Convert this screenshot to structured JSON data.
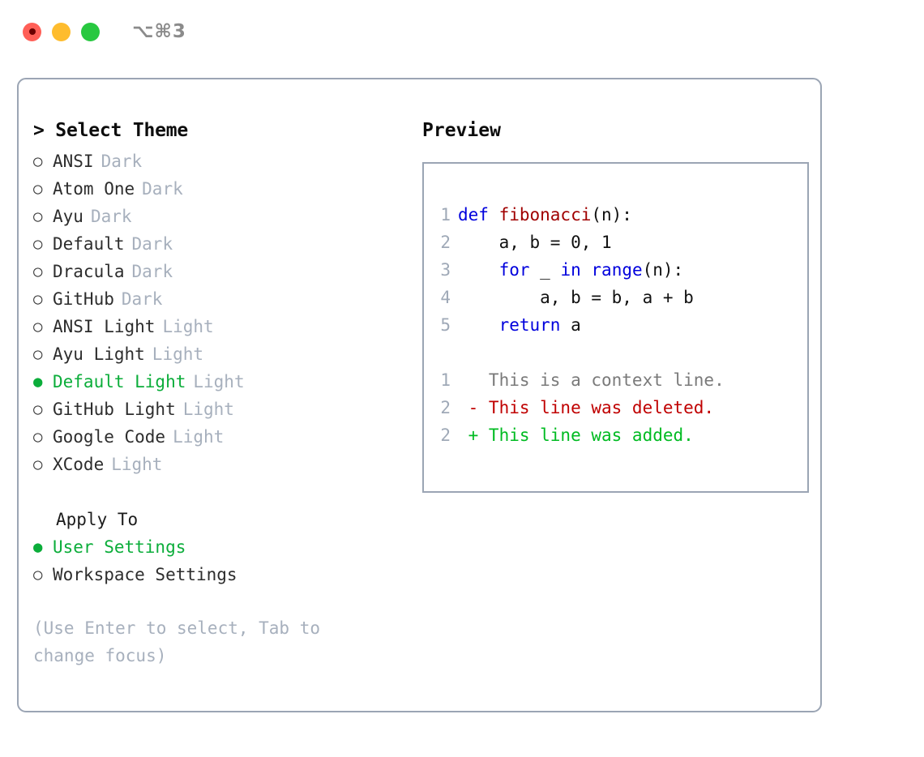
{
  "titlebar": {
    "shortcut": "⌥⌘3",
    "lights": [
      {
        "name": "close-button",
        "color": "#ff5f57"
      },
      {
        "name": "minimize-button",
        "color": "#febc2e"
      },
      {
        "name": "maximize-button",
        "color": "#28c840"
      }
    ]
  },
  "theme_picker": {
    "header": "> Select Theme",
    "items": [
      {
        "bullet": "○",
        "label": "ANSI",
        "tag": "Dark",
        "selected": false
      },
      {
        "bullet": "○",
        "label": "Atom One",
        "tag": "Dark",
        "selected": false
      },
      {
        "bullet": "○",
        "label": "Ayu",
        "tag": "Dark",
        "selected": false
      },
      {
        "bullet": "○",
        "label": "Default",
        "tag": "Dark",
        "selected": false
      },
      {
        "bullet": "○",
        "label": "Dracula",
        "tag": "Dark",
        "selected": false
      },
      {
        "bullet": "○",
        "label": "GitHub",
        "tag": "Dark",
        "selected": false
      },
      {
        "bullet": "○",
        "label": "ANSI Light",
        "tag": "Light",
        "selected": false
      },
      {
        "bullet": "○",
        "label": "Ayu Light",
        "tag": "Light",
        "selected": false
      },
      {
        "bullet": "●",
        "label": "Default Light",
        "tag": "Light",
        "selected": true
      },
      {
        "bullet": "○",
        "label": "GitHub Light",
        "tag": "Light",
        "selected": false
      },
      {
        "bullet": "○",
        "label": "Google Code",
        "tag": "Light",
        "selected": false
      },
      {
        "bullet": "○",
        "label": "XCode",
        "tag": "Light",
        "selected": false
      }
    ]
  },
  "apply_to": {
    "header": "Apply To",
    "items": [
      {
        "bullet": "●",
        "label": "User Settings",
        "selected": true
      },
      {
        "bullet": "○",
        "label": "Workspace Settings",
        "selected": false
      }
    ]
  },
  "hint": "(Use Enter to select, Tab to change focus)",
  "preview": {
    "title": "Preview",
    "code_lines": [
      {
        "num": "1",
        "tokens": [
          {
            "t": "def ",
            "c": "kw"
          },
          {
            "t": "fibonacci",
            "c": "fn"
          },
          {
            "t": "(n):",
            "c": "plain"
          }
        ]
      },
      {
        "num": "2",
        "tokens": [
          {
            "t": "    a, b = 0, 1",
            "c": "plain"
          }
        ]
      },
      {
        "num": "3",
        "tokens": [
          {
            "t": "    ",
            "c": "plain"
          },
          {
            "t": "for",
            "c": "kw"
          },
          {
            "t": " _ ",
            "c": "plain"
          },
          {
            "t": "in",
            "c": "kw"
          },
          {
            "t": " ",
            "c": "plain"
          },
          {
            "t": "range",
            "c": "kw"
          },
          {
            "t": "(n):",
            "c": "plain"
          }
        ]
      },
      {
        "num": "4",
        "tokens": [
          {
            "t": "        a, b = b, a + b",
            "c": "plain"
          }
        ]
      },
      {
        "num": "5",
        "tokens": [
          {
            "t": "    ",
            "c": "plain"
          },
          {
            "t": "return",
            "c": "kw"
          },
          {
            "t": " a",
            "c": "plain"
          }
        ]
      }
    ],
    "diff_lines": [
      {
        "num": "1",
        "marker": "  ",
        "text": "This is a context line.",
        "kind": "ctx"
      },
      {
        "num": "2",
        "marker": "- ",
        "text": "This line was deleted.",
        "kind": "del"
      },
      {
        "num": "2",
        "marker": "+ ",
        "text": "This line was added.",
        "kind": "add"
      }
    ]
  },
  "colors": {
    "accent_green": "#0bad3a",
    "border": "#9ba5b4",
    "muted": "#a7b0bd",
    "keyword": "#0000dd",
    "function": "#a00000",
    "diff_add": "#00bb22",
    "diff_del": "#c00000",
    "diff_ctx": "#7a7a7a"
  }
}
